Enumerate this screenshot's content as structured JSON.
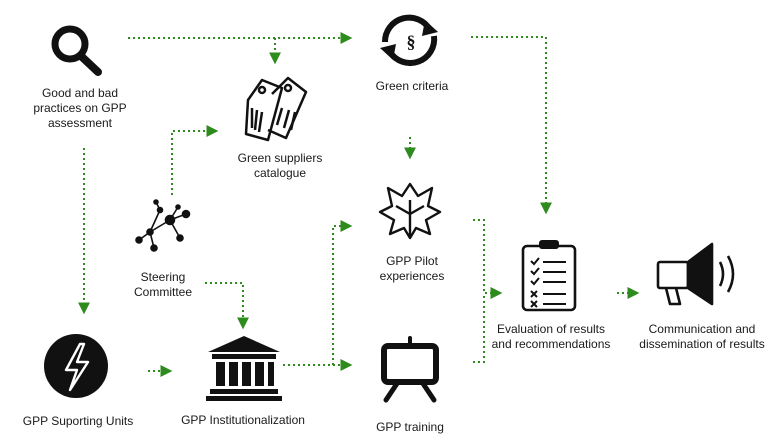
{
  "colors": {
    "arrow": "#2e8b1e",
    "icon": "#111111",
    "text": "#1a1a1a",
    "background": "#ffffff"
  },
  "nodes": {
    "good_bad_practices": {
      "label_lines": [
        "Good and bad",
        "practices on GPP",
        "assessment"
      ],
      "icon": "magnifier-icon"
    },
    "green_suppliers": {
      "label_lines": [
        "Green suppliers",
        "catalogue"
      ],
      "icon": "price-tags-icon"
    },
    "green_criteria": {
      "label_lines": [
        "Green criteria"
      ],
      "icon": "recycle-section-icon"
    },
    "steering_committee": {
      "label_lines": [
        "Steering",
        "Committee"
      ],
      "icon": "network-icon"
    },
    "gpp_pilot": {
      "label_lines": [
        "GPP Pilot",
        "experiences"
      ],
      "icon": "leaf-icon"
    },
    "gpp_supporting_units": {
      "label_lines": [
        "GPP Suporting Units"
      ],
      "icon": "lightning-icon"
    },
    "gpp_institutionalization": {
      "label_lines": [
        "GPP Institutionalization"
      ],
      "icon": "institution-icon"
    },
    "gpp_training": {
      "label_lines": [
        "GPP training"
      ],
      "icon": "easel-icon"
    },
    "evaluation": {
      "label_lines": [
        "Evaluation of results",
        "and recommendations"
      ],
      "icon": "checklist-icon"
    },
    "communication": {
      "label_lines": [
        "Communication and",
        "dissemination of results"
      ],
      "icon": "megaphone-icon"
    }
  }
}
